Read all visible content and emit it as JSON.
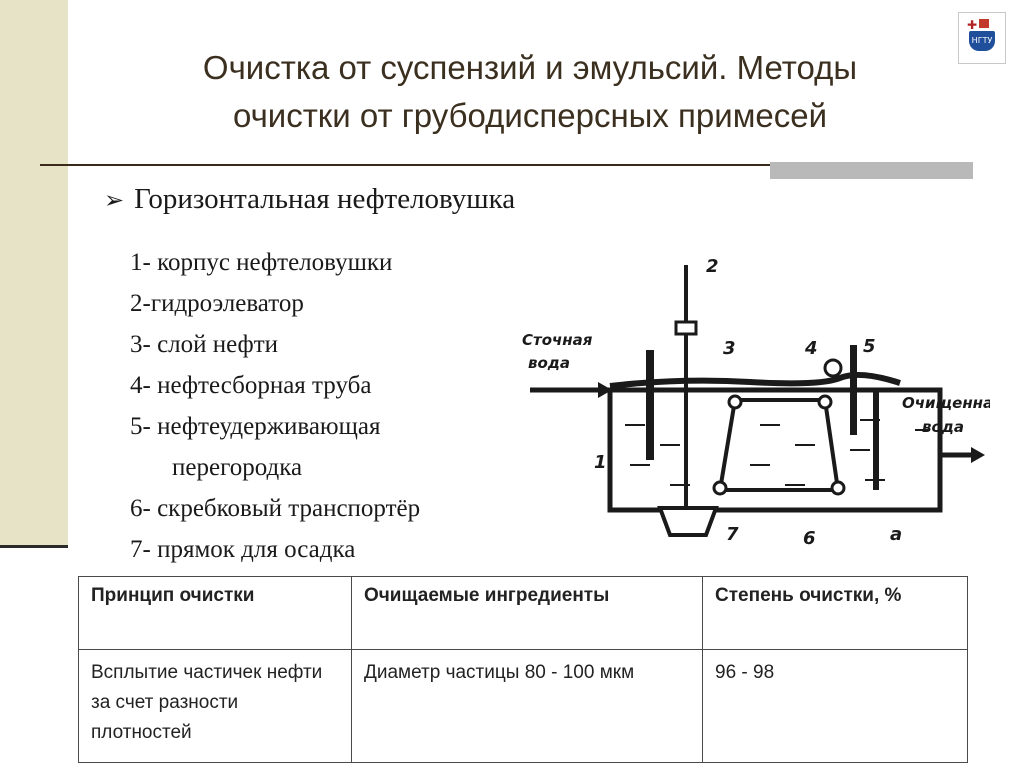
{
  "title": {
    "line1": "Очистка от суспензий и эмульсий. Методы",
    "line2": "очистки от грубодисперсных примесей"
  },
  "logo": {
    "label": "НГТУ"
  },
  "bullet": {
    "icon": "arrow-right-icon",
    "text": "Горизонтальная нефтеловушка"
  },
  "legend": [
    "1- корпус нефтеловушки",
    "2-гидроэлеватор",
    "3- слой нефти",
    "4- нефтесборная труба",
    "5- нефтеудерживающая",
    "перегородка",
    "6- скребковый транспортёр",
    "7- прямок для осадка"
  ],
  "diagram": {
    "inlet_line1": "Сточная",
    "inlet_line2": "вода",
    "outlet_line1": "Очищенная",
    "outlet_line2": "вода",
    "labels": [
      "1",
      "2",
      "3",
      "4",
      "5",
      "6",
      "7"
    ],
    "figure_letter": "а"
  },
  "table": {
    "headers": [
      "Принцип очистки",
      "Очищаемые ингредиенты",
      "Степень очистки, %"
    ],
    "rows": [
      [
        "Всплытие частичек нефти за счет разности плотностей",
        "Диаметр частицы 80 - 100 мкм",
        "96 - 98"
      ]
    ]
  }
}
